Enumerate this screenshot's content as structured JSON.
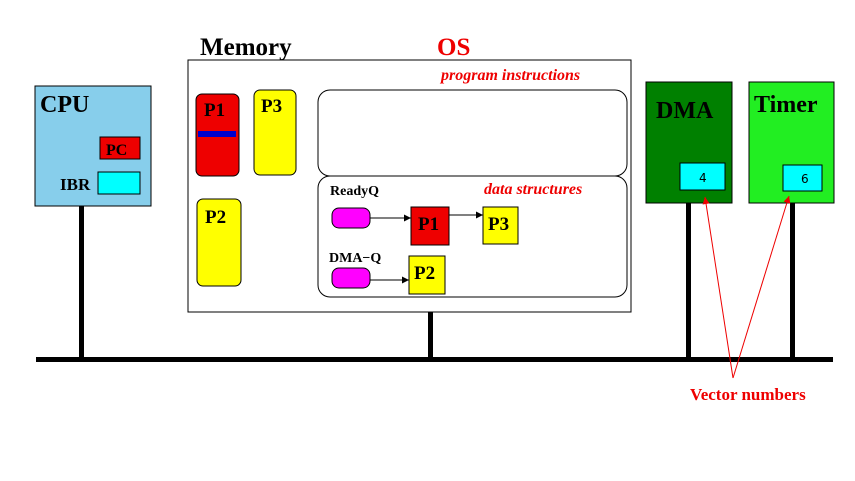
{
  "memory": {
    "title": "Memory",
    "processes": {
      "p1": "P1",
      "p2": "P2",
      "p3": "P3"
    }
  },
  "os": {
    "title": "OS",
    "program_label": "program instructions",
    "data_label": "data structures",
    "ready_queue": {
      "label": "ReadyQ",
      "items": [
        "P1",
        "P3"
      ]
    },
    "dma_queue": {
      "label": "DMA−Q",
      "items": [
        "P2"
      ]
    }
  },
  "cpu": {
    "title": "CPU",
    "pc_label": "PC",
    "ibr_label": "IBR"
  },
  "dma": {
    "title": "DMA",
    "vector": "4"
  },
  "timer": {
    "title": "Timer",
    "vector": "6"
  },
  "annotation": {
    "vector_numbers": "Vector numbers"
  },
  "colors": {
    "cpu_blue": "#87ceeb",
    "dma_green": "#008000",
    "timer_green": "#22ee22",
    "p1_red": "#ee0000",
    "yellow": "#ffff00",
    "cyan": "#00ffff",
    "magenta": "#ff00ff",
    "annotation_red": "#ee0000"
  }
}
